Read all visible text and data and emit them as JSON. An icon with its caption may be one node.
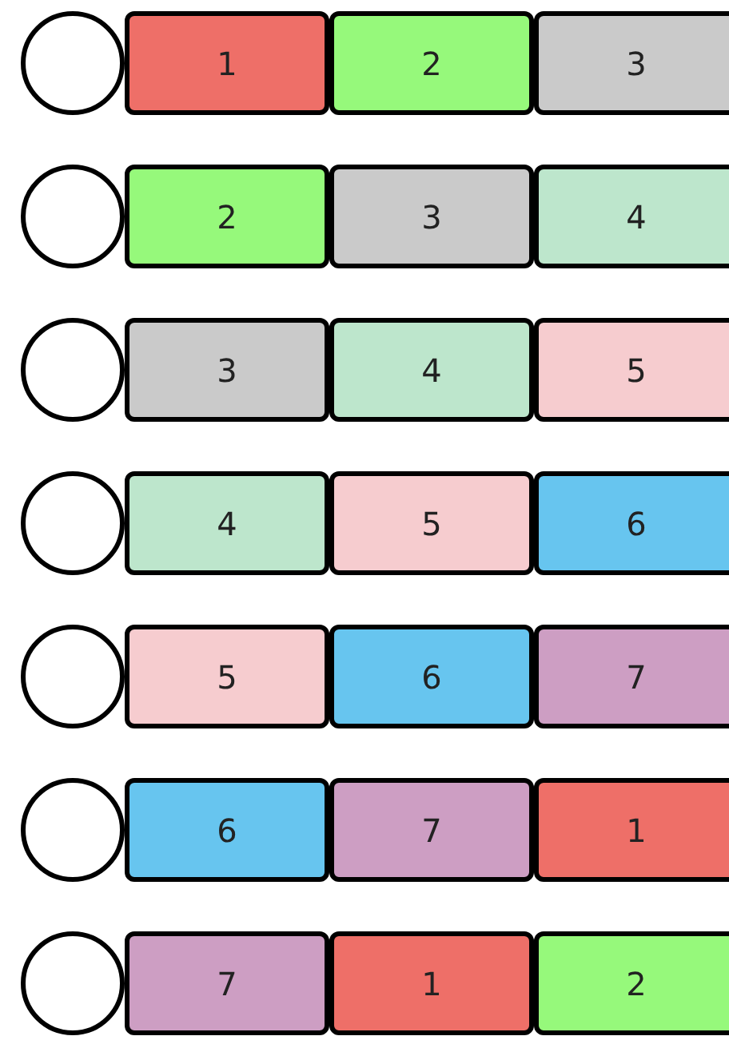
{
  "diagram": {
    "nodes": [
      {
        "text": [],
        "shape": "circle"
      },
      {
        "text": [
          "1"
        ]
      },
      {
        "text": [
          "2"
        ]
      },
      {
        "text": [
          "3"
        ]
      },
      {
        "text": [],
        "shape": "circle"
      },
      {
        "text": [
          "2"
        ]
      },
      {
        "text": [
          "3"
        ]
      },
      {
        "text": [
          "4"
        ]
      },
      {
        "text": [],
        "shape": "circle"
      },
      {
        "text": [
          "3"
        ]
      },
      {
        "text": [
          "4"
        ]
      },
      {
        "text": [
          "5"
        ]
      },
      {
        "text": [],
        "shape": "circle"
      },
      {
        "text": [
          "4"
        ]
      },
      {
        "text": [
          "5"
        ]
      },
      {
        "text": [
          "6"
        ]
      },
      {
        "text": [],
        "shape": "circle"
      },
      {
        "text": [
          "5"
        ]
      },
      {
        "text": [
          "6"
        ]
      },
      {
        "text": [
          "7"
        ]
      },
      {
        "text": [],
        "shape": "circle"
      },
      {
        "text": [
          "6"
        ]
      },
      {
        "text": [
          "7"
        ]
      },
      {
        "text": [
          "1"
        ]
      },
      {
        "text": [],
        "shape": "circle"
      },
      {
        "text": [
          "7"
        ]
      },
      {
        "text": [
          "1"
        ]
      },
      {
        "text": [
          "2"
        ]
      }
    ]
  }
}
